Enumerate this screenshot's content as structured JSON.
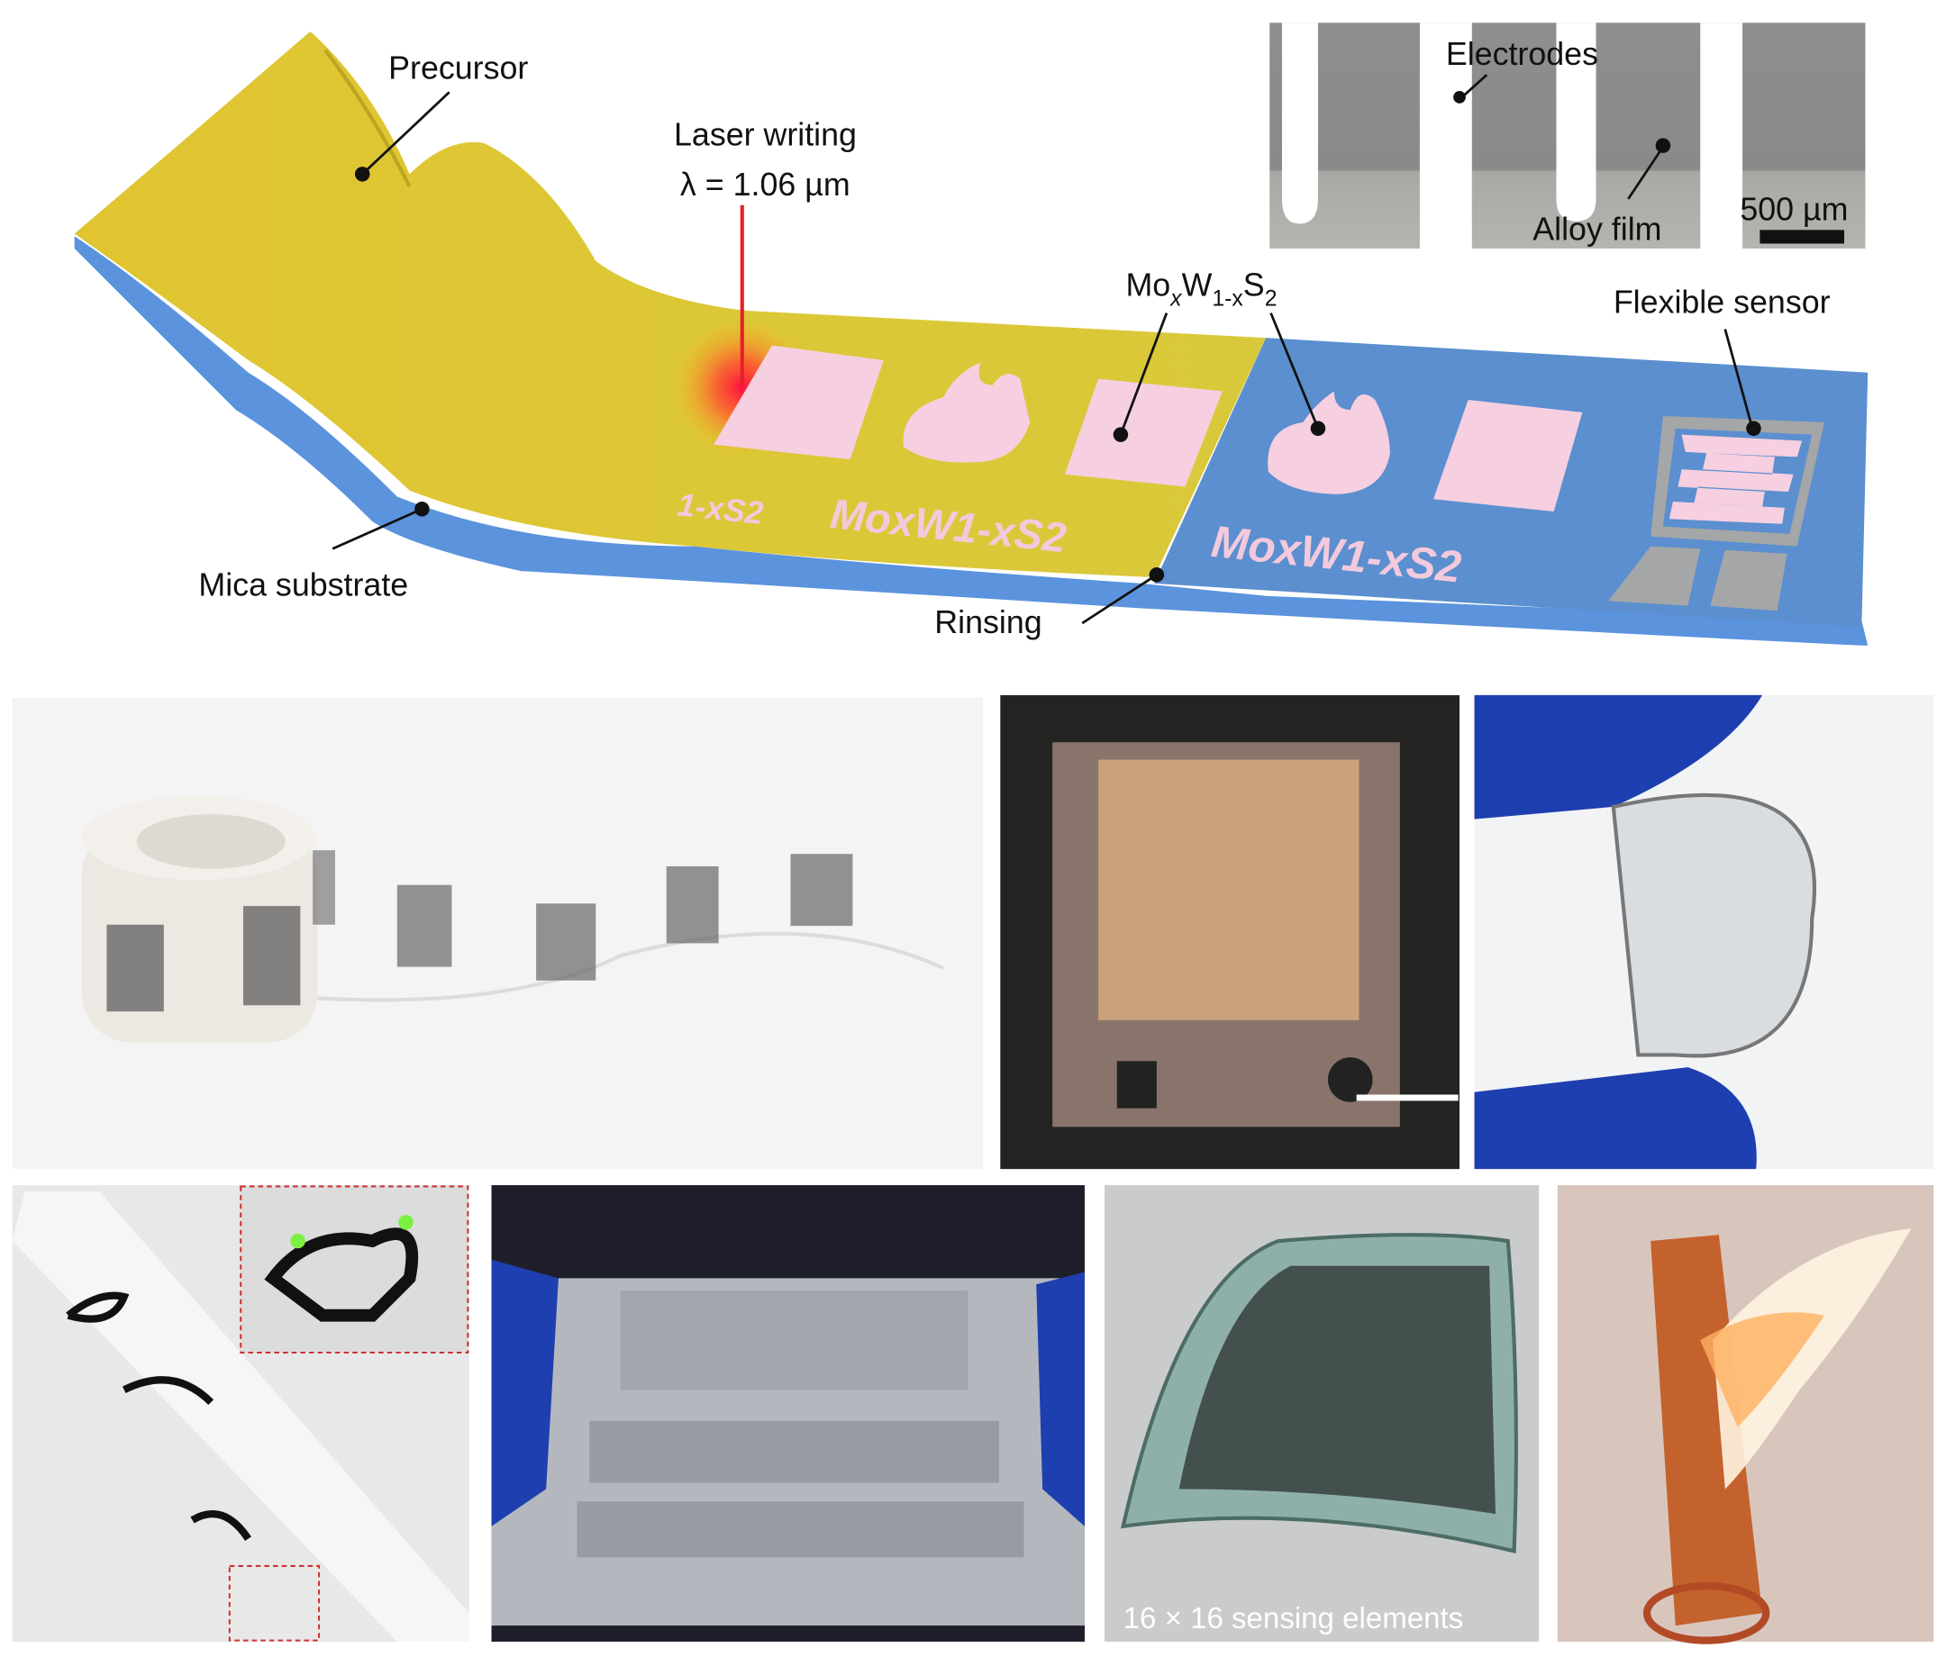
{
  "schematic": {
    "labels": {
      "precursor": "Precursor",
      "laser_writing": "Laser writing",
      "wavelength": "λ = 1.06 µm",
      "mica_substrate": "Mica substrate",
      "rinsing": "Rinsing",
      "flexible_sensor": "Flexible sensor",
      "alloy_formula": {
        "base1": "Mo",
        "sub1": "x",
        "base2": "W",
        "sub2": "1-x",
        "base3": "S",
        "sub3": "2"
      }
    },
    "film_text": {
      "partial": "1-xS2",
      "yellow_region": "MoxW1-xS2",
      "blue_region": "MoxW1-xS2"
    },
    "colors": {
      "precursor": "#e3cf3a",
      "mica": "#5b8fd0",
      "alloy": "#f6cfe0",
      "laser": "#ff1a3c"
    }
  },
  "inset_micrograph": {
    "electrodes": "Electrodes",
    "alloy_film": "Alloy film",
    "scale_bar": "500 µm"
  },
  "photos": {
    "sensing_caption": "16 × 16 sensing elements"
  }
}
